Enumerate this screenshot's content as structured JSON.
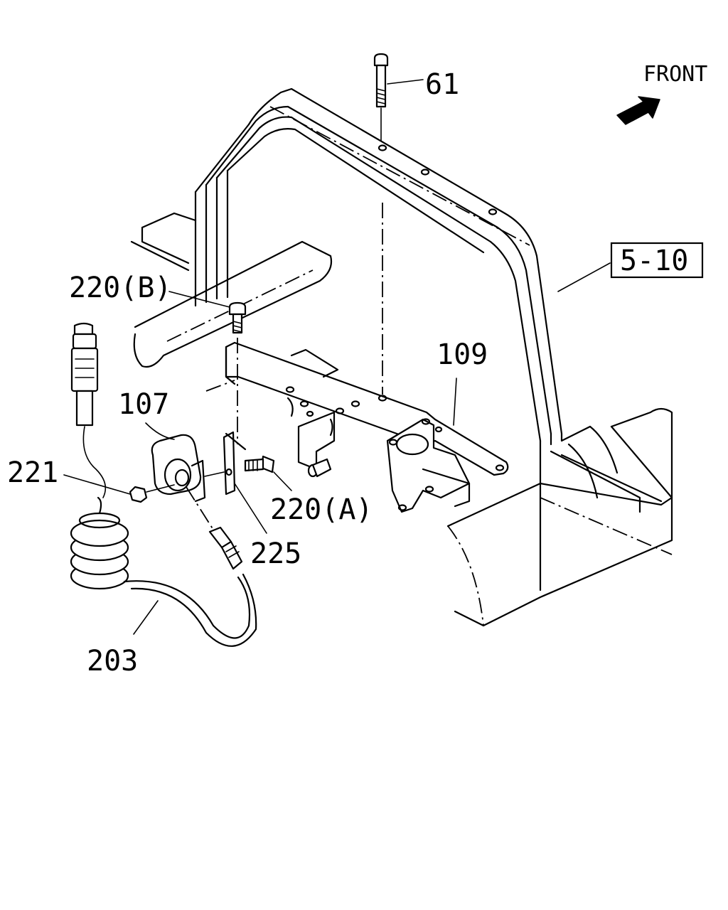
{
  "direction_label": "FRONT",
  "reference_box": "5-10",
  "parts": [
    {
      "id": "61"
    },
    {
      "id": "220(B)"
    },
    {
      "id": "109"
    },
    {
      "id": "107"
    },
    {
      "id": "221"
    },
    {
      "id": "220(A)"
    },
    {
      "id": "225"
    },
    {
      "id": "203"
    }
  ]
}
